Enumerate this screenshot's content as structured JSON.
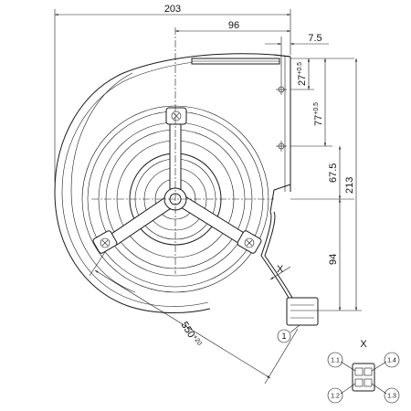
{
  "dimensions": {
    "overall_width": "203",
    "center_offset": "96",
    "flange_offset": "7.5",
    "hole_1_main": "27",
    "hole_1_tol": "+0.5",
    "hole_2_main": "77",
    "hole_2_tol": "+0.5",
    "hole_3": "67.5",
    "overall_height": "213",
    "outlet_height": "94",
    "cable_main": "550",
    "cable_tol": "+20"
  },
  "view_label": "X",
  "connector_callout": "1",
  "pins": [
    "1.1",
    "1.4",
    "1.2",
    "1.3"
  ]
}
